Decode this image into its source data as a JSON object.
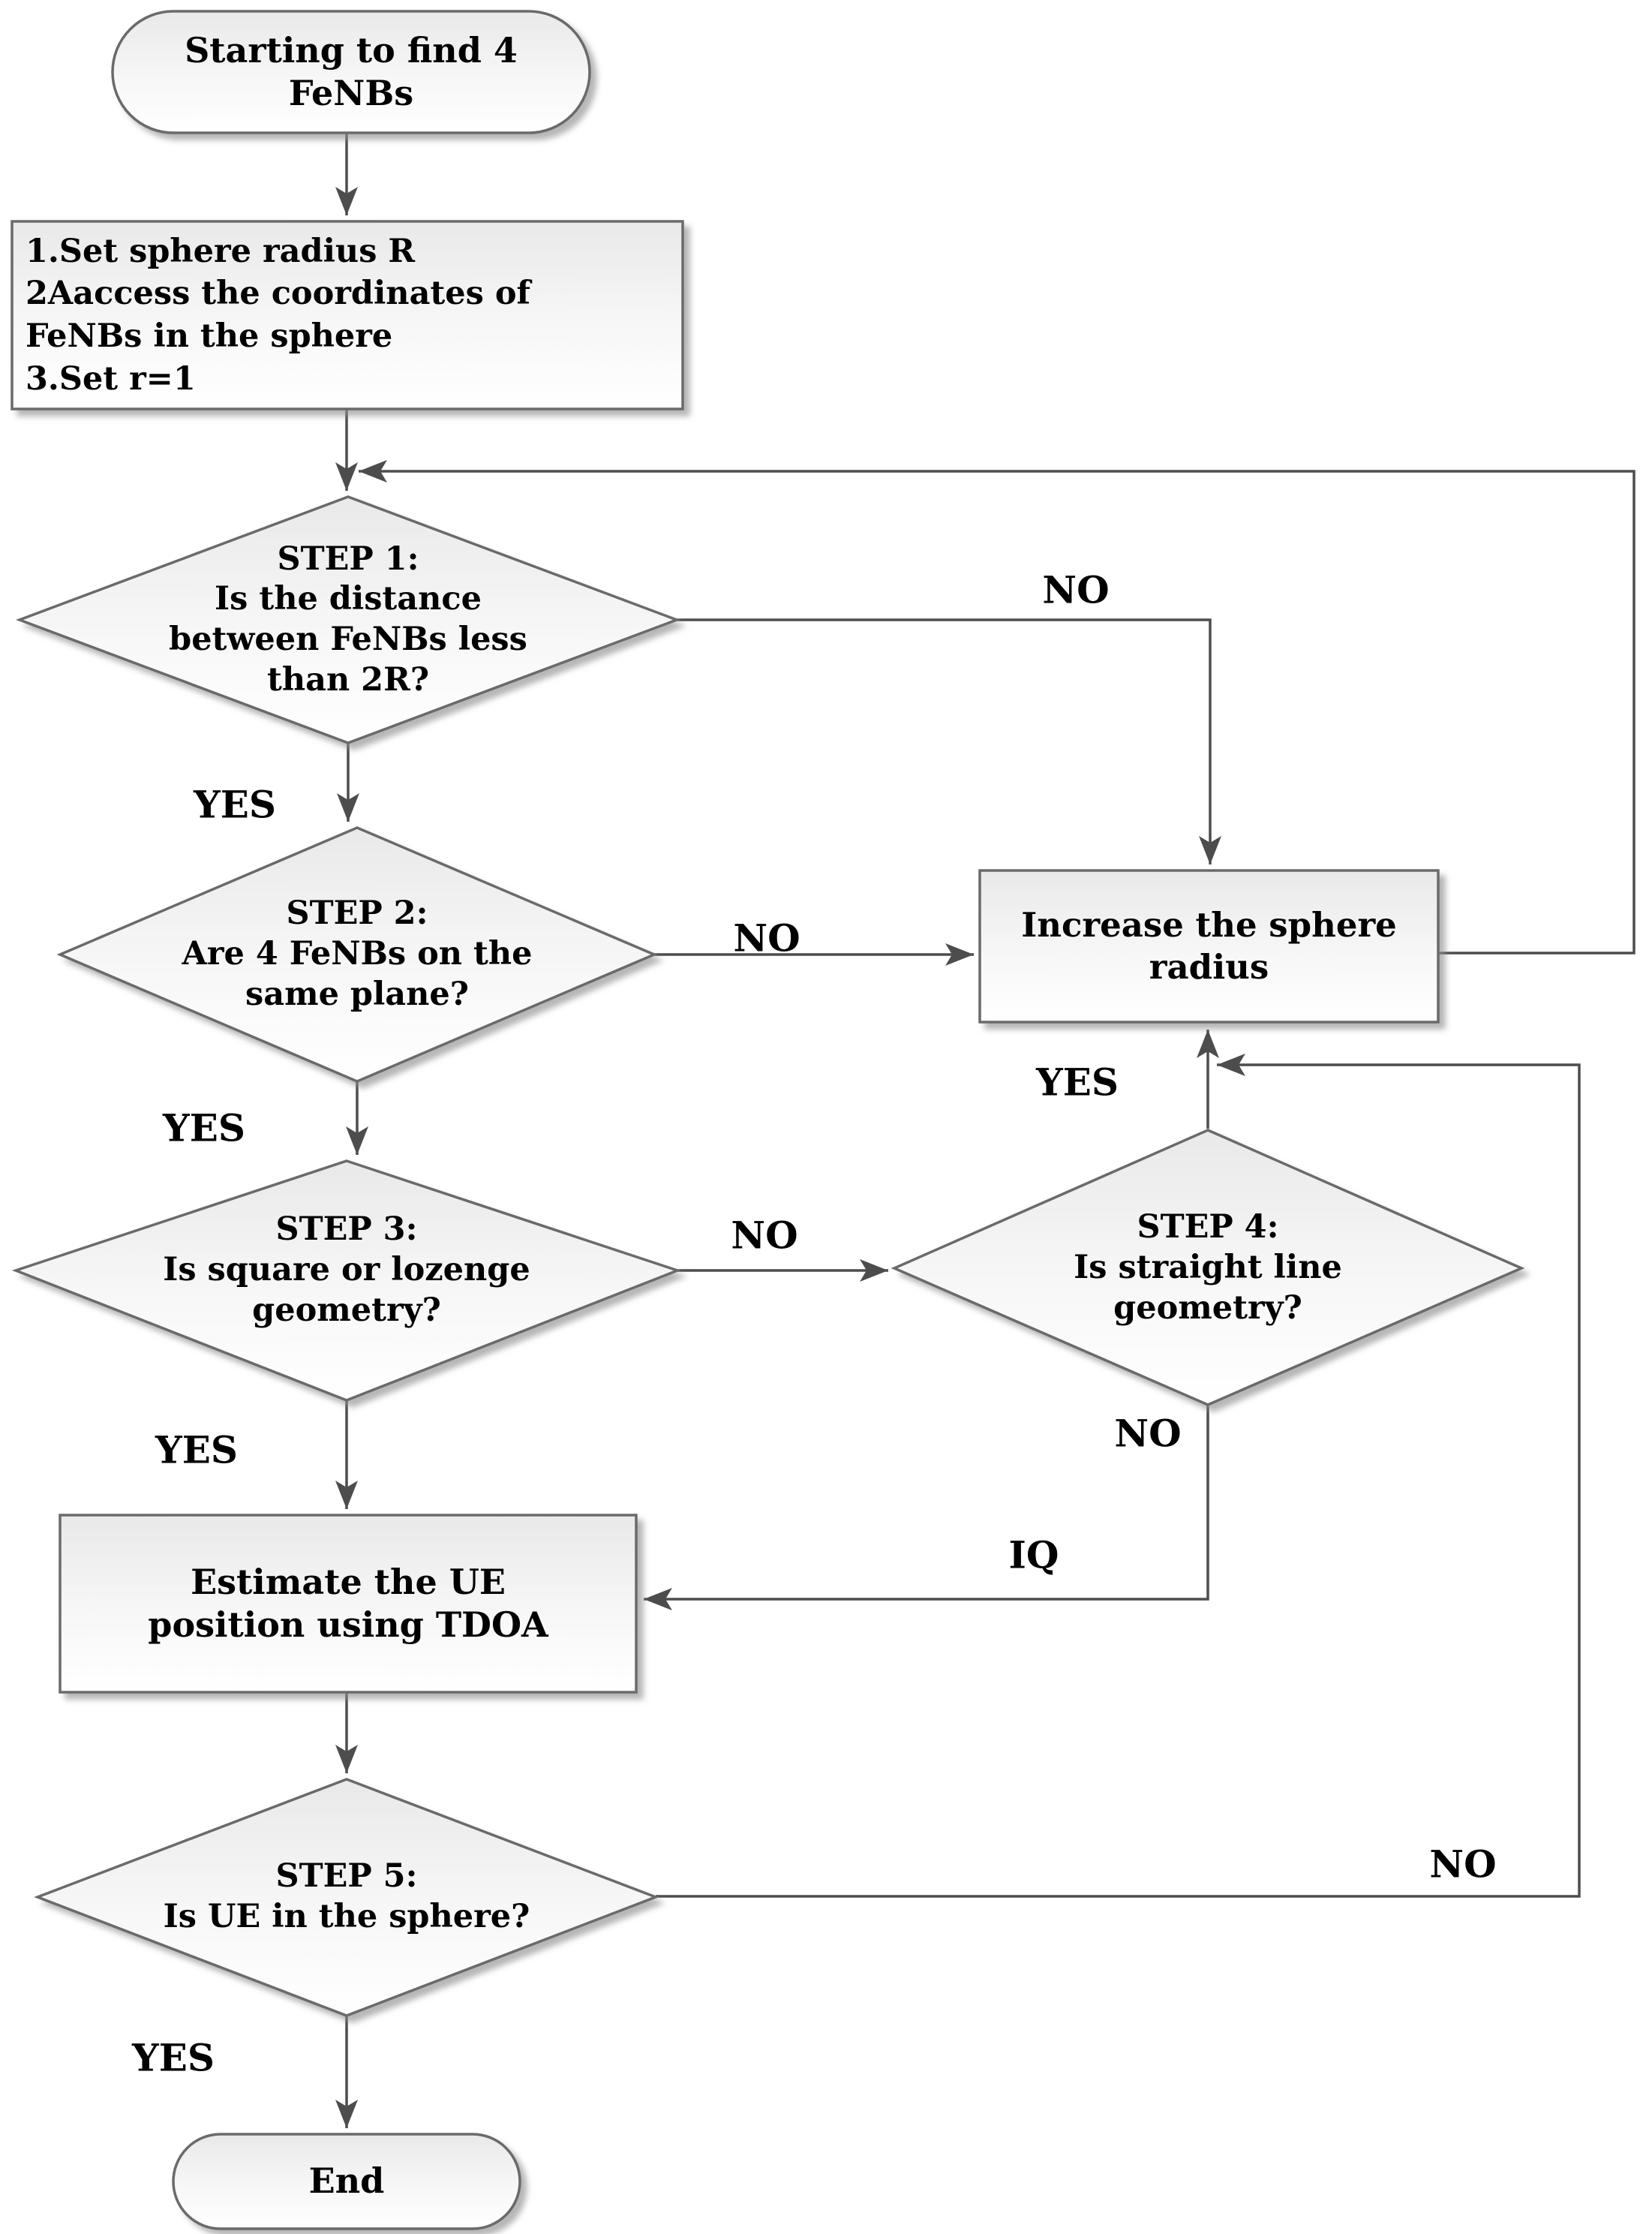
{
  "diagram": {
    "type": "flowchart",
    "nodes": {
      "start": "Starting to find 4\nFeNBs",
      "init": "1.Set sphere radius R\n2Aaccess the coordinates of\nFeNBs in the sphere\n3.Set r=1",
      "step1": "STEP 1:\nIs the distance\nbetween FeNBs less\nthan 2R?",
      "step2": "STEP 2:\nAre 4 FeNBs on the\nsame plane?",
      "increase": "Increase the sphere\nradius",
      "step3": "STEP 3:\nIs square or lozenge\ngeometry?",
      "step4": "STEP 4:\nIs straight line\ngeometry?",
      "estimate": "Estimate the UE\nposition using TDOA",
      "step5": "STEP 5:\nIs UE in the sphere?",
      "end": "End"
    },
    "edge_labels": {
      "step1_yes": "YES",
      "step1_no": "NO",
      "step2_yes": "YES",
      "step2_no": "NO",
      "step3_yes": "YES",
      "step3_no": "NO",
      "step4_yes": "YES",
      "step4_no": "NO",
      "step4_iq": "IQ",
      "step5_yes": "YES",
      "step5_no": "NO"
    },
    "colors": {
      "connector": "#4d4d4d",
      "shape_border": "#6a6a6a",
      "shape_fill_top": "#e9e9e9",
      "shape_fill_bottom": "#ffffff",
      "text": "#000000",
      "background": "#ffffff"
    }
  }
}
